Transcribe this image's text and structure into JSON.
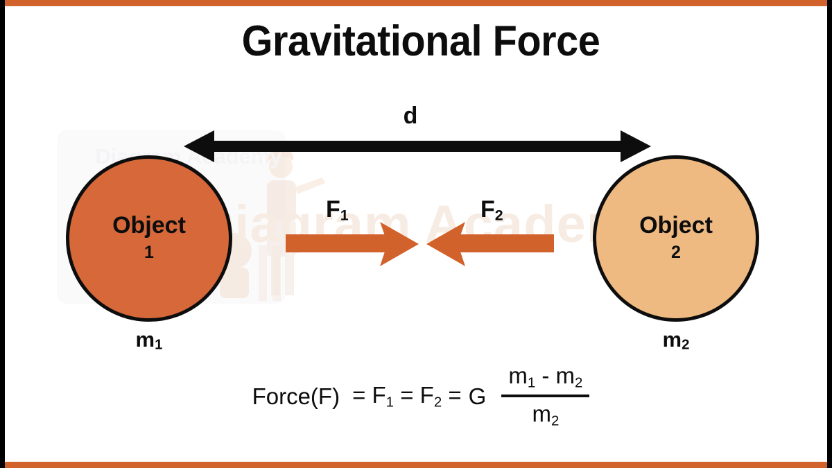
{
  "page": {
    "title": "Gravitational Force",
    "background_color": "#ffffff",
    "border_color": "#000000",
    "accent_bar_color": "#d2622b"
  },
  "watermark": {
    "brand": "Diagram Academy",
    "brand_small": "Diagram Academy",
    "color": "#f7ece3"
  },
  "distance": {
    "label": "d",
    "arrow_color": "#0d0d0d",
    "arrow_type": "double-headed"
  },
  "objects": [
    {
      "name": "Object",
      "index": "1",
      "mass_label": "m",
      "mass_sub": "1",
      "fill_color": "#d6683a",
      "stroke_color": "#0d0d0d"
    },
    {
      "name": "Object",
      "index": "2",
      "mass_label": "m",
      "mass_sub": "2",
      "fill_color": "#eeba82",
      "stroke_color": "#0d0d0d"
    }
  ],
  "forces": [
    {
      "label": "F",
      "sub": "1",
      "direction": "right",
      "color": "#d2622b"
    },
    {
      "label": "F",
      "sub": "2",
      "direction": "left",
      "color": "#d2622b"
    }
  ],
  "formula": {
    "lhs": "Force(F)",
    "chain": "= F",
    "chain_sub_1": "1",
    "chain_mid": "= F",
    "chain_sub_2": "2",
    "chain_end": "=",
    "constant": "G",
    "numerator_a": "m",
    "numerator_a_sub": "1",
    "numerator_op": "-",
    "numerator_b": "m",
    "numerator_b_sub": "2",
    "denominator": "m",
    "denominator_sub": "2",
    "full_text": "Force(F) = F1 = F2 = G (m1 - m2) / (m2)"
  }
}
